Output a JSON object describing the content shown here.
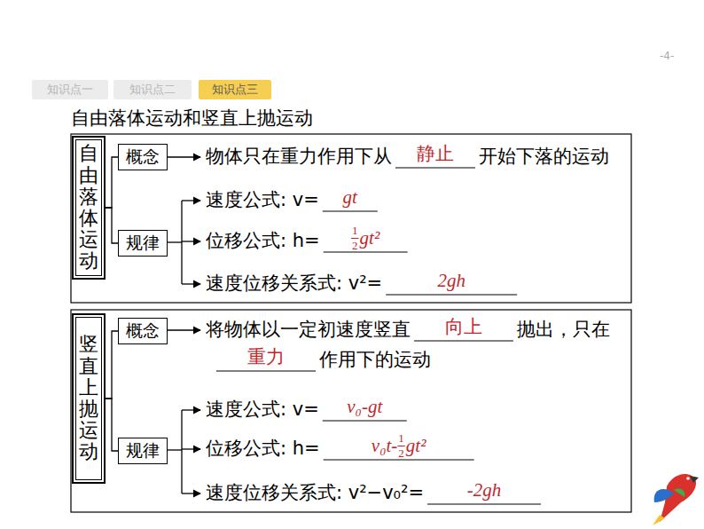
{
  "diagram": {
    "title": "自由落体运动和竖直上抛运动",
    "nodes": [
      {
        "text": [
          "知识点一"
        ]
      },
      {
        "text": [
          "知识点二"
        ]
      },
      {
        "text": [
          "知识点三"
        ]
      },
      {
        "text": [
          "自由落体运动"
        ]
      },
      {
        "text": [
          "概念"
        ]
      },
      {
        "text": [
          "规律"
        ]
      },
      {
        "text": [
          "竖直上抛运动"
        ]
      },
      {
        "text": [
          "概念"
        ]
      },
      {
        "text": [
          "规律"
        ]
      }
    ],
    "edges": [
      {
        "from": 3,
        "to": 4,
        "arrow": "none"
      },
      {
        "from": 3,
        "to": 5,
        "arrow": "none"
      },
      {
        "from": 6,
        "to": 7,
        "arrow": "none"
      },
      {
        "from": 6,
        "to": 8,
        "arrow": "none"
      }
    ],
    "labels": [
      "-4-",
      "物体只在重力作用下从",
      "静止",
      "开始下落的运动",
      "速度公式: v=",
      "gt",
      "位移公式: h=",
      "1",
      "2",
      "gt²",
      "速度位移关系式: v²=",
      "2gh",
      "将物体以一定初速度竖直",
      "向上",
      "抛出，只在",
      "重力",
      "作用下的运动",
      "速度公式: v=",
      "v₀-gt",
      "位移公式: h=",
      "v₀t-",
      "1",
      "2",
      "gt²",
      "速度位移关系式: v²−v₀²=",
      "-2gh"
    ]
  }
}
